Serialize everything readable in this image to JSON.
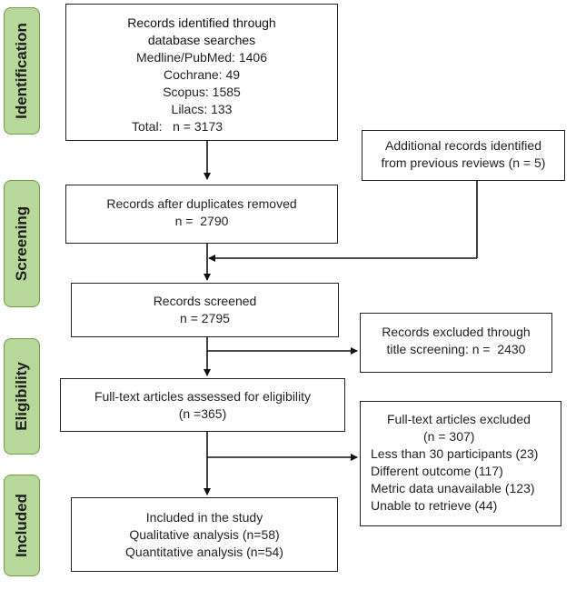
{
  "phases": {
    "identification": "Identification",
    "screening": "Screening",
    "eligibility": "Eligibility",
    "included": "Included"
  },
  "boxes": {
    "identified": {
      "title": "Records identified through database searches",
      "lines": [
        "Medline/PubMed: 1406",
        "Cochrane: 49",
        "Scopus: 1585",
        "Lilacs: 133",
        "Total:   n = 3173"
      ]
    },
    "additional": {
      "lines": [
        "Additional records identified",
        "from previous reviews (n = 5)"
      ]
    },
    "duplicates_removed": {
      "lines": [
        "Records after duplicates removed",
        "n =  2790"
      ]
    },
    "screened": {
      "lines": [
        "Records screened",
        "n = 2795"
      ]
    },
    "excluded_title": {
      "lines": [
        "Records excluded through",
        "title screening: n =  2430"
      ]
    },
    "fulltext_assessed": {
      "lines": [
        "Full-text articles assessed for eligibility",
        "(n =365)"
      ]
    },
    "fulltext_excluded": {
      "lines": [
        "Full-text articles excluded",
        "(n = 307)",
        "Less than 30 participants (23)",
        "Different outcome (117)",
        "Metric data unavailable (123)",
        "Unable to retrieve (44)"
      ]
    },
    "included": {
      "lines": [
        "Included in the study",
        "Qualitative analysis (n=58)",
        "Quantitative analysis (n=54)"
      ]
    }
  },
  "colors": {
    "phase_fill": "#b7d89a",
    "phase_border": "#6f9a4e",
    "line": "#111111"
  }
}
